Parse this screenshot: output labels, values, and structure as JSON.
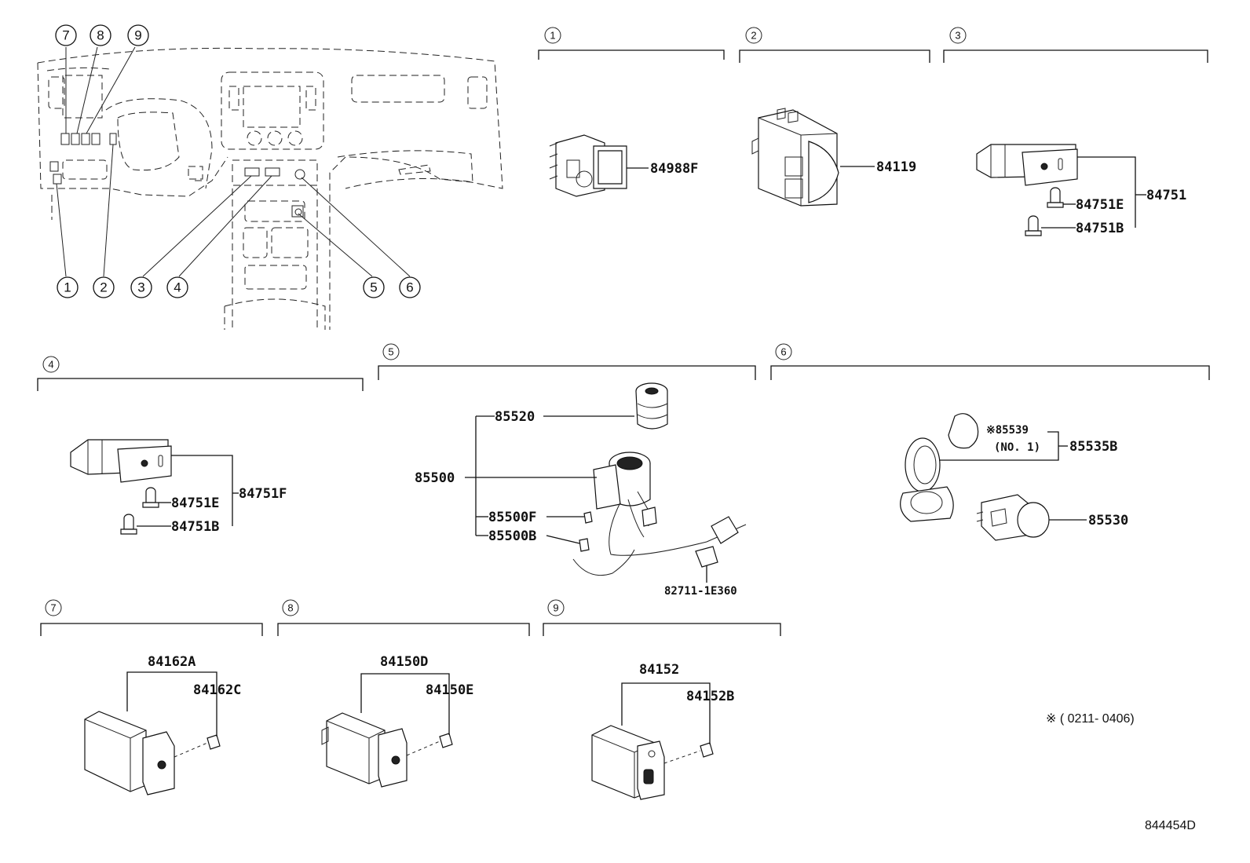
{
  "overview": {
    "callouts": [
      "7",
      "8",
      "9",
      "1",
      "2",
      "3",
      "4",
      "5",
      "6"
    ]
  },
  "sections": {
    "s1": {
      "num": "1",
      "parts": {
        "switch": "84988F"
      }
    },
    "s2": {
      "num": "2",
      "parts": {
        "switch": "84119"
      }
    },
    "s3": {
      "num": "3",
      "parts": {
        "assy": "84751",
        "bulb_e": "84751E",
        "bulb_b": "84751B"
      }
    },
    "s4": {
      "num": "4",
      "parts": {
        "assy": "84751F",
        "bulb_e": "84751E",
        "bulb_b": "84751B"
      }
    },
    "s5": {
      "num": "5",
      "parts": {
        "knob": "85520",
        "assy": "85500",
        "f": "85500F",
        "b": "85500B",
        "wire": "82711-1E360"
      }
    },
    "s6": {
      "num": "6",
      "parts": {
        "cap": "※85539",
        "cap_sub": "(NO. 1)",
        "socket": "85535B",
        "unit": "85530"
      }
    },
    "s7": {
      "num": "7",
      "parts": {
        "assy": "84162A",
        "bulb": "84162C"
      }
    },
    "s8": {
      "num": "8",
      "parts": {
        "assy": "84150D",
        "bulb": "84150E"
      }
    },
    "s9": {
      "num": "9",
      "parts": {
        "assy": "84152",
        "bulb": "84152B"
      }
    }
  },
  "footnote": "※ ( 0211- 0406)",
  "diagram_id": "844454D"
}
